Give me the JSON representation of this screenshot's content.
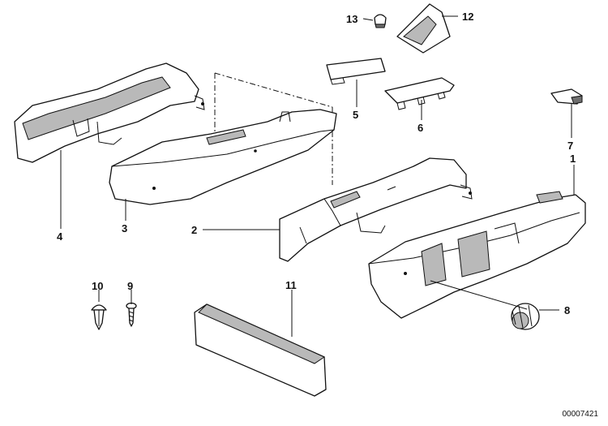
{
  "callouts": {
    "c1": "1",
    "c2": "2",
    "c3": "3",
    "c4": "4",
    "c5": "5",
    "c6": "6",
    "c7": "7",
    "c8": "8",
    "c9": "9",
    "c10": "10",
    "c11": "11",
    "c12": "12",
    "c13": "13"
  },
  "document_number": "00007421"
}
